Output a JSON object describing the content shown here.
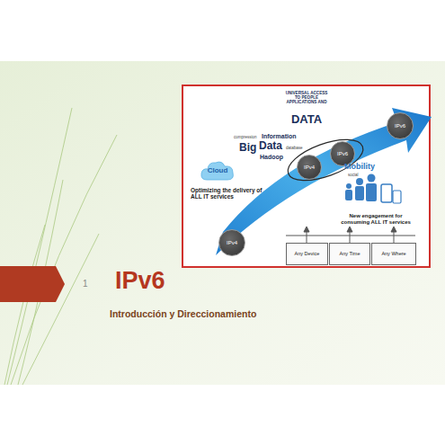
{
  "diagram": {
    "title": "IPv6",
    "nodes": [
      {
        "text": [
          "Cloud"
        ]
      },
      {
        "text": [
          "IPv4"
        ]
      },
      {
        "text": [
          "IPv4"
        ]
      },
      {
        "text": [
          "IPv6"
        ]
      },
      {
        "text": [
          "IPv6"
        ]
      },
      {
        "text": [
          "Any Device"
        ]
      },
      {
        "text": [
          "Any Time"
        ]
      },
      {
        "text": [
          "Any Where"
        ]
      }
    ],
    "labels": [
      "1",
      "Introducción y Direccionamiento",
      "UNIVERSAL ACCESS TO PEOPLE APPLICATIONS AND",
      "DATA",
      "compression",
      "Information",
      "Big",
      "Data",
      "Hadoop",
      "database",
      "Mobility",
      "social",
      "Optimizing the delivery of ALL IT services",
      "New engagement for consuming ALL IT services"
    ]
  }
}
